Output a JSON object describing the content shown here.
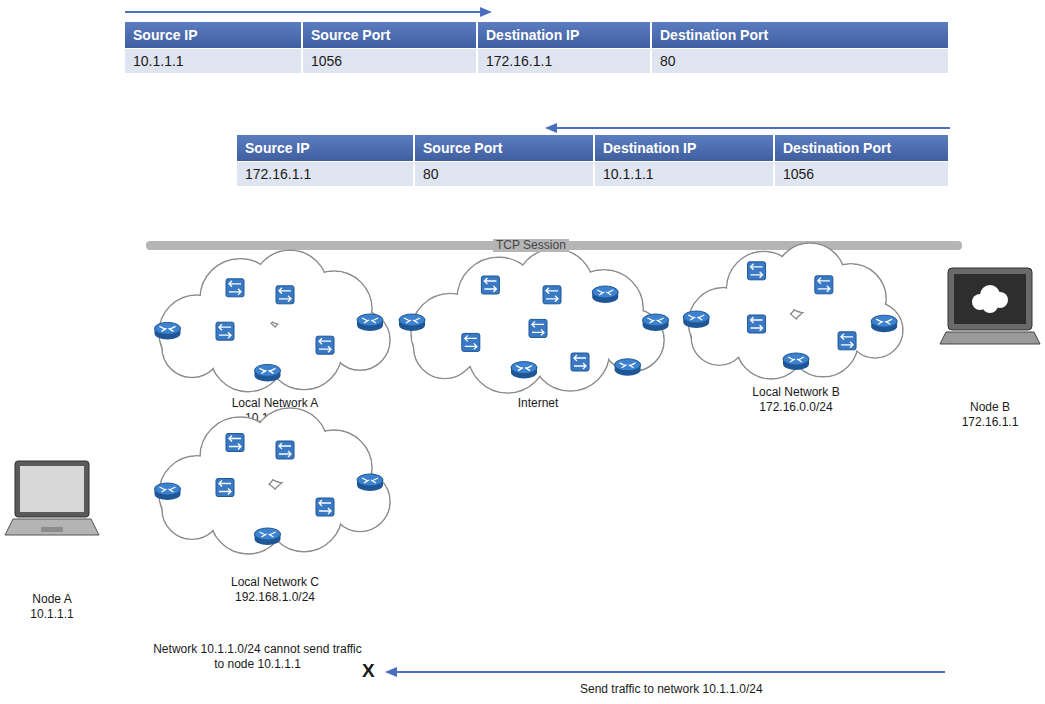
{
  "diagram": {
    "nodes": [
      {
        "text": [
          "Local Network A 10.1.1.0/24"
        ]
      },
      {
        "text": [
          "Internet"
        ]
      },
      {
        "text": [
          "Local Network B 172.16.0.0/24"
        ]
      },
      {
        "text": [
          "Node B 172.16.1.1"
        ]
      },
      {
        "text": [
          "Node A 10.1.1.1"
        ]
      },
      {
        "text": [
          "Local Network C 192.168.1.0/24"
        ]
      }
    ],
    "labels": [
      "Source IP",
      "Source Port",
      "Destination IP",
      "Destination Port",
      "10.1.1.1",
      "1056",
      "172.16.1.1",
      "80",
      "Source IP",
      "Source Port",
      "Destination IP",
      "Destination Port",
      "172.16.1.1",
      "80",
      "10.1.1.1",
      "1056",
      "TCP Session",
      "Network 10.1.1.0/24 cannot send traffic to node 10.1.1.1",
      "X",
      "Send traffic to network 10.1.1.0/24"
    ]
  }
}
